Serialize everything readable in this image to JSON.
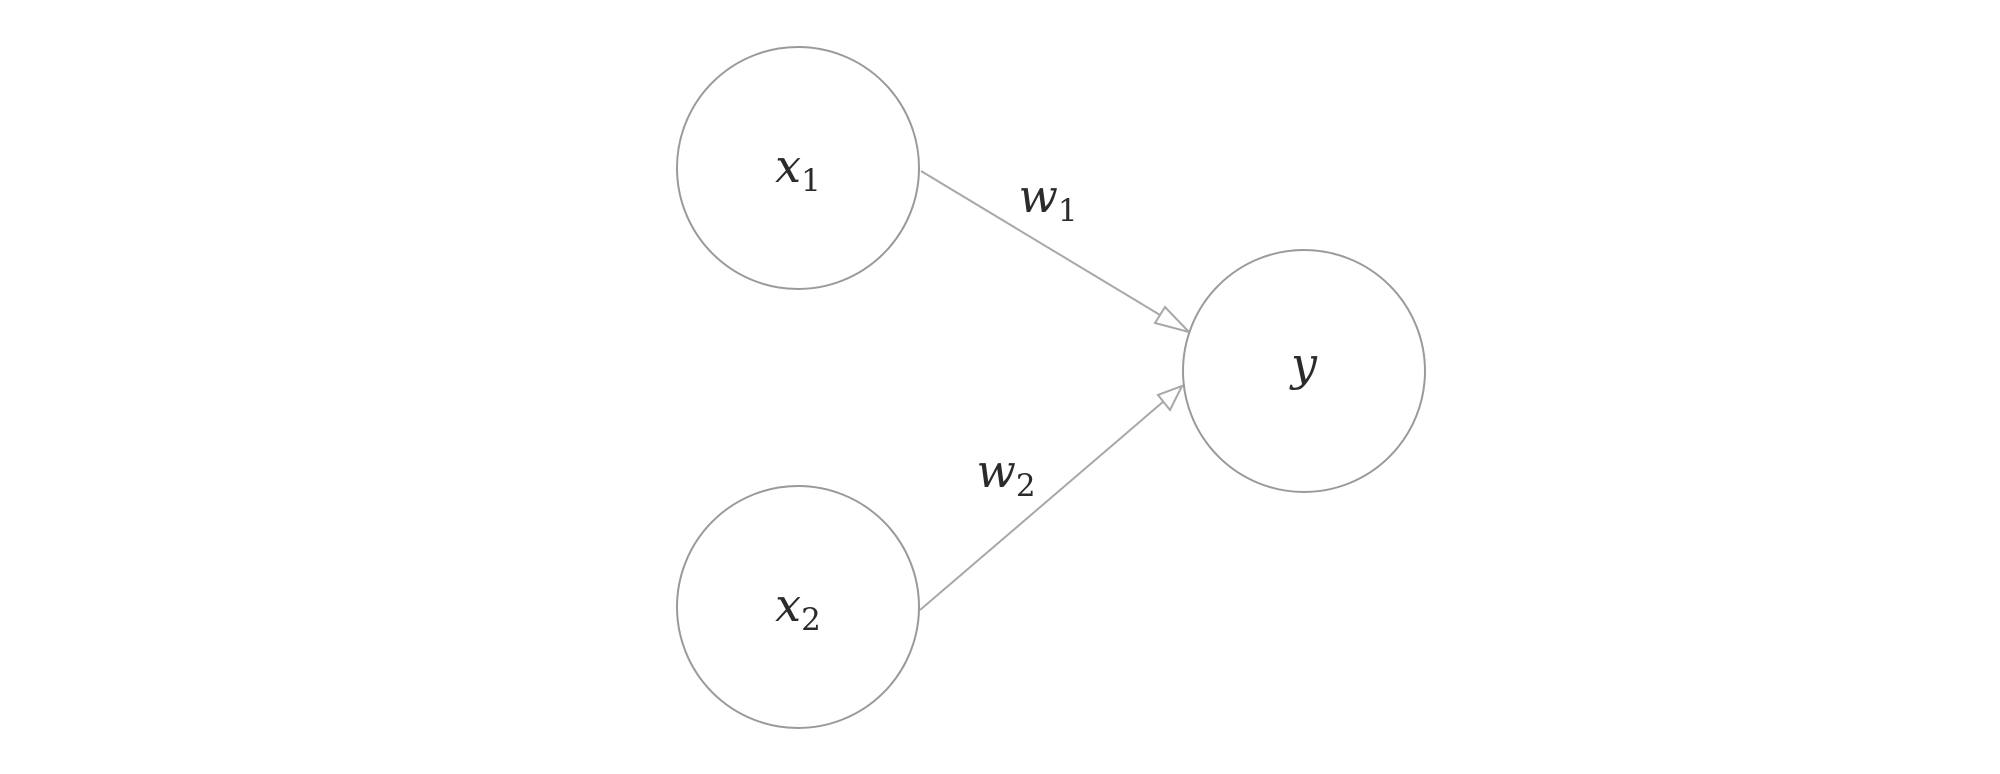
{
  "diagram": {
    "nodes": [
      {
        "id": "x1",
        "symbol": "x",
        "subscript": "1"
      },
      {
        "id": "x2",
        "symbol": "x",
        "subscript": "2"
      },
      {
        "id": "y",
        "symbol": "y",
        "subscript": ""
      }
    ],
    "edges": [
      {
        "from": "x1",
        "to": "y",
        "weight_symbol": "w",
        "weight_subscript": "1"
      },
      {
        "from": "x2",
        "to": "y",
        "weight_symbol": "w",
        "weight_subscript": "2"
      }
    ],
    "colors": {
      "node_stroke": "#9a9a9a",
      "edge_stroke": "#a8a8a8",
      "text": "#2b2b2b",
      "background": "#ffffff"
    }
  }
}
